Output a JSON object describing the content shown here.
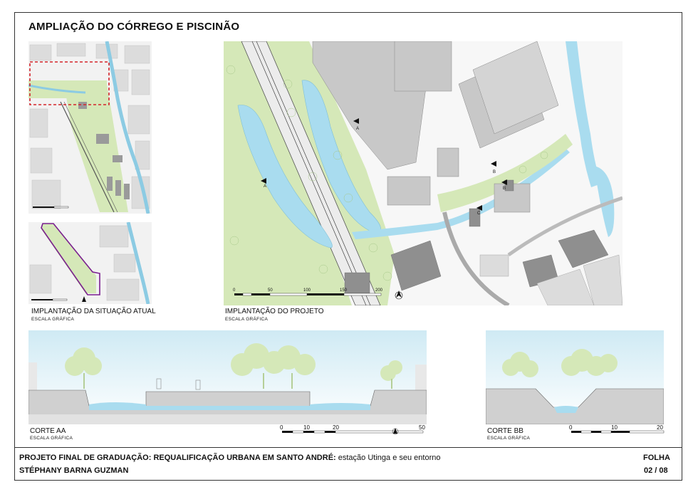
{
  "title": "AMPLIAÇÃO DO CÓRREGO E PISCINÃO",
  "situacao": {
    "caption": "IMPLANTAÇÃO DA SITUAÇÃO ATUAL",
    "scale": "ESCALA GRÁFICA"
  },
  "projeto": {
    "caption": "IMPLANTAÇÃO DO PROJETO",
    "scale": "ESCALA GRÁFICA",
    "scale_ticks": [
      "0",
      "50",
      "100",
      "150",
      "200"
    ],
    "section_marks": [
      "A",
      "A",
      "B",
      "B",
      "C"
    ]
  },
  "corte_aa": {
    "caption": "CORTE AA",
    "scale": "ESCALA GRÁFICA",
    "scale_ticks": [
      "0",
      "10",
      "20",
      "50"
    ]
  },
  "corte_bb": {
    "caption": "CORTE BB",
    "scale": "ESCALA GRÁFICA",
    "scale_ticks": [
      "0",
      "10",
      "20"
    ]
  },
  "footer": {
    "project_bold": "PROJETO FINAL DE GRADUAÇÃO:  REQUALIFICAÇÃO URBANA EM SANTO ANDRÉ:",
    "project_rest": " estação Utinga e seu entorno",
    "author": "STÉPHANY BARNA GUZMAN",
    "sheet_label": "FOLHA",
    "sheet_number": "02 / 08"
  },
  "colors": {
    "water": "#a9dcef",
    "green": "#d5e8b8",
    "building": "#c8c8c8",
    "building_dark": "#8f8f8f",
    "highlight": "#d4242a",
    "boundary": "#7a1f8f",
    "sky": "#e3f3f8"
  },
  "icons": [
    "north-arrow-icon",
    "section-marker-icon"
  ]
}
